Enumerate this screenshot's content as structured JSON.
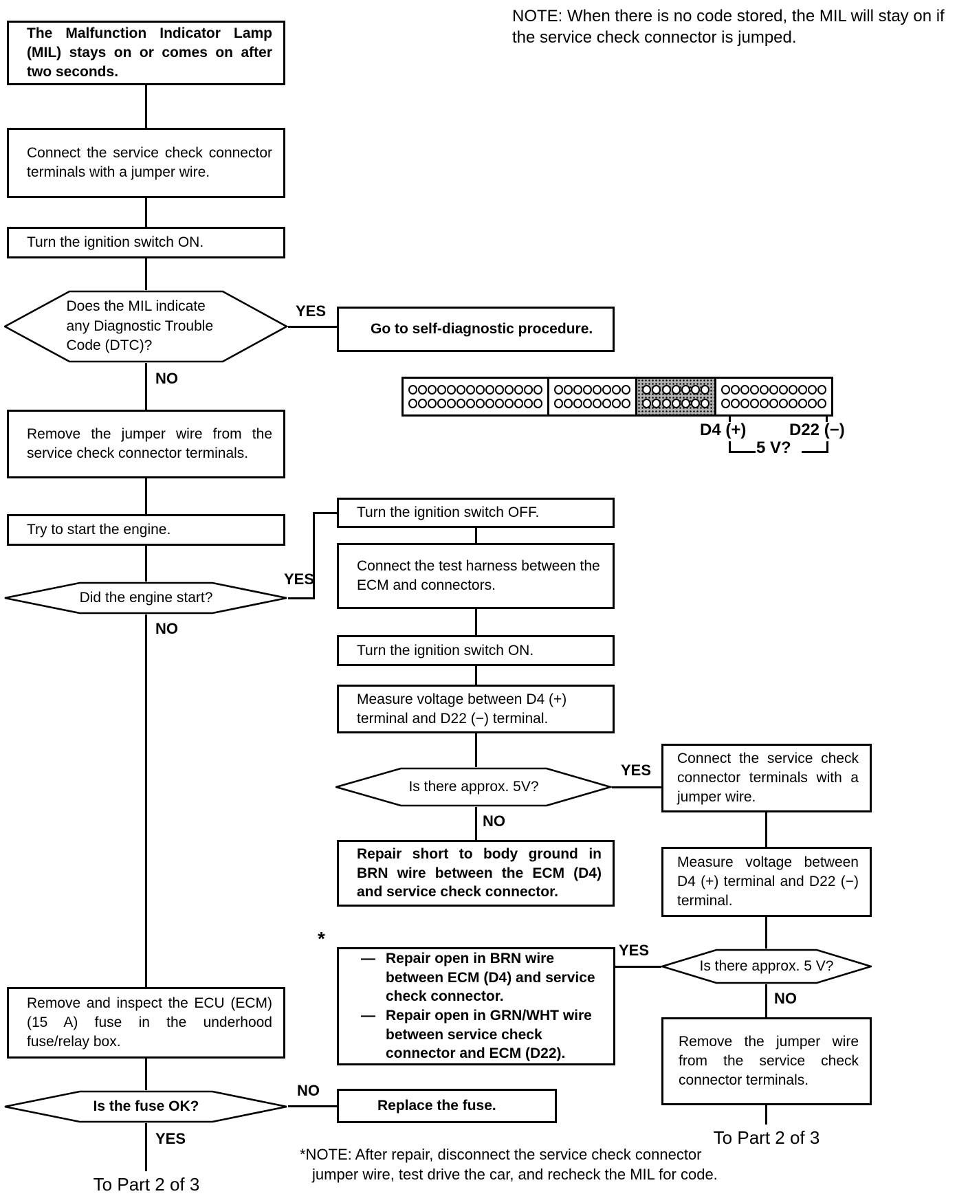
{
  "labels": {
    "yes": "YES",
    "no": "NO",
    "asterisk": "*",
    "dash": "—",
    "to_part": "To Part 2 of 3"
  },
  "notes": {
    "top": "NOTE: When there is no code stored, the MIL will stay on if the service check connector is jumped.",
    "bottom": "*NOTE: After repair, disconnect the service check connector jumper wire, test drive the car, and recheck the MIL for code."
  },
  "flow": {
    "start": "The Malfunction Indicator Lamp (MIL) stays on or comes on after two seconds.",
    "connect_jumper": "Connect the service check connector terminals with a jumper wire.",
    "ignition_on_1": "Turn the ignition switch ON.",
    "mil_dtc_question": "Does the MIL indicate any Diagnostic Trouble Code (DTC)?",
    "self_diagnostic": "Go to self-diagnostic procedure.",
    "remove_jumper": "Remove the jumper wire from the service check connector terminals.",
    "try_start": "Try to start the engine.",
    "engine_start_question": "Did the engine start?",
    "ignition_off": "Turn the ignition switch OFF.",
    "test_harness": "Connect the test harness between the ECM and connectors.",
    "ignition_on_2": "Turn the ignition switch ON.",
    "measure_voltage_1": "Measure voltage between D4 (+) terminal and D22 (−) terminal.",
    "voltage_question_1": "Is there approx. 5V?",
    "repair_short": "Repair short to body ground in BRN wire between the ECM (D4) and service check connector.",
    "connect_jumper_2": "Connect the service check connector terminals with a jumper wire.",
    "measure_voltage_2": "Measure voltage between D4 (+) terminal and D22 (−) terminal.",
    "voltage_question_2": "Is there approx. 5 V?",
    "remove_jumper_2": "Remove the jumper wire from the service check connector terminals.",
    "ecu_fuse": "Remove and inspect the ECU (ECM) (15 A) fuse in the underhood fuse/relay box.",
    "fuse_question": "Is the fuse OK?",
    "replace_fuse": "Replace the fuse.",
    "repair_open_items": [
      "Repair open in BRN wire between ECM (D4) and service check connector.",
      "Repair open in GRN/WHT wire between service check connector and ECM (D22)."
    ]
  },
  "connector": {
    "rows_per_section": 2,
    "sections": [
      {
        "pins_per_row": 14,
        "shaded": false
      },
      {
        "pins_per_row": 8,
        "shaded": false
      },
      {
        "pins_per_row": 7,
        "shaded": true
      },
      {
        "pins_per_row": 11,
        "shaded": false
      }
    ],
    "pin_labels": {
      "d4": "D4 (+)",
      "d22": "D22 (−)",
      "voltage": "5 V?"
    }
  }
}
